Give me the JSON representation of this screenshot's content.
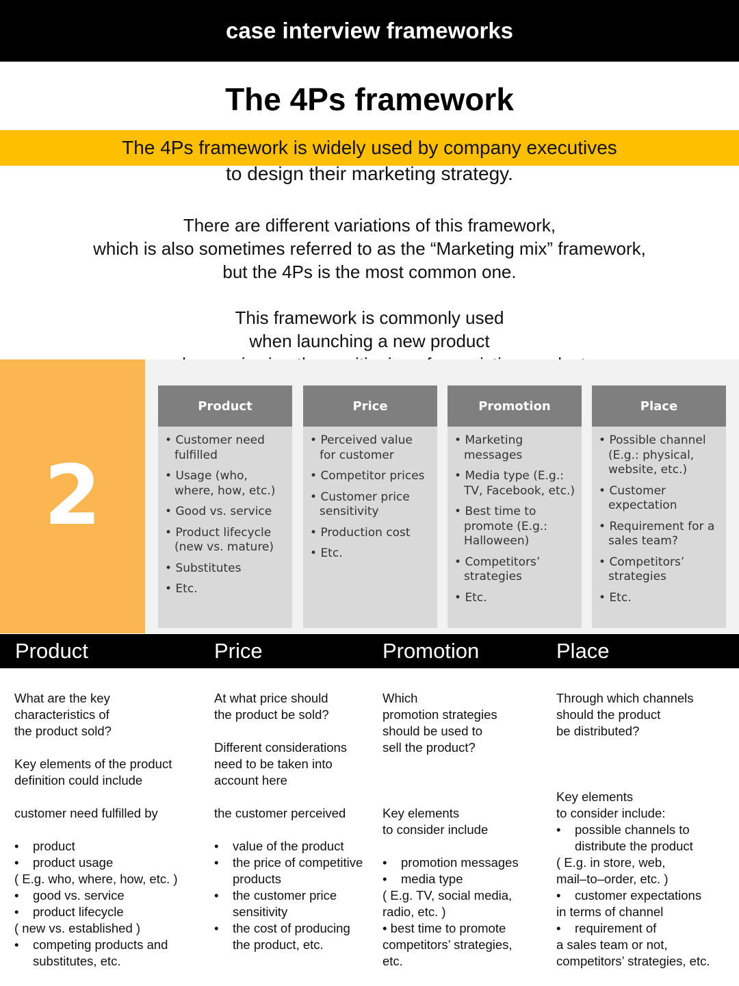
{
  "header": {
    "title": "case interview frameworks"
  },
  "main_title": "The 4Ps framework",
  "intro": {
    "line1": "The 4Ps framework is widely used by company executives",
    "line2": "to design their marketing strategy."
  },
  "para2": [
    "There are different variations of this framework,",
    "which is also sometimes referred to as the “Marketing mix” framework,",
    "but the 4Ps is the most common one."
  ],
  "para3": [
    "This framework is commonly used",
    "when launching a new product",
    "or when reviewing the positioning of an existing product."
  ],
  "framework": {
    "number": "2",
    "columns": [
      {
        "title": "Product",
        "items": [
          "Customer need fulfilled",
          "Usage (who, where, how, etc.)",
          "Good vs. service",
          "Product lifecycle (new vs. mature)",
          "Substitutes",
          "Etc."
        ]
      },
      {
        "title": "Price",
        "items": [
          "Perceived value for customer",
          "Competitor prices",
          "Customer price sensitivity",
          "Production cost",
          "Etc."
        ]
      },
      {
        "title": "Promotion",
        "items": [
          "Marketing messages",
          "Media type (E.g.: TV, Facebook, etc.)",
          "Best time to promote (E.g.: Halloween)",
          "Competitors’ strategies",
          "Etc."
        ]
      },
      {
        "title": "Place",
        "items": [
          "Possible channel (E.g.: physical, website, etc.)",
          "Customer expectation",
          "Requirement for a sales team?",
          "Competitors’ strategies",
          "Etc."
        ]
      }
    ]
  },
  "categories": [
    "Product",
    "Price",
    "Promotion",
    "Place"
  ],
  "details": {
    "product": [
      {
        "t": "What are the key\ncharacteristics of\nthe product sold?",
        "k": "p"
      },
      {
        "k": "gap"
      },
      {
        "t": "Key elements of the product\ndefinition could include",
        "k": "p"
      },
      {
        "k": "gap"
      },
      {
        "t": "customer need fulfilled by",
        "k": "p"
      },
      {
        "k": "gap"
      },
      {
        "t": "product",
        "k": "b"
      },
      {
        "t": "product usage",
        "k": "b"
      },
      {
        "t": "( E.g. who, where, how, etc. )",
        "k": "p"
      },
      {
        "t": "good vs. service",
        "k": "b"
      },
      {
        "t": "product lifecycle",
        "k": "b"
      },
      {
        "t": "( new vs. established )",
        "k": "p"
      },
      {
        "t": "competing products and\nsubstitutes, etc.",
        "k": "b"
      }
    ],
    "price": [
      {
        "t": "At what price should\nthe product be sold?",
        "k": "p"
      },
      {
        "k": "gap"
      },
      {
        "t": "Different considerations\nneed to be taken into\naccount here",
        "k": "p"
      },
      {
        "k": "gap"
      },
      {
        "t": "the customer perceived",
        "k": "p"
      },
      {
        "k": "gap"
      },
      {
        "t": "value of the product",
        "k": "b"
      },
      {
        "t": "the price of competitive\nproducts",
        "k": "b"
      },
      {
        "t": "the customer price\nsensitivity",
        "k": "b"
      },
      {
        "t": "the cost of producing\nthe product, etc.",
        "k": "b"
      }
    ],
    "promotion": [
      {
        "t": "Which\npromotion strategies\nshould be used to\nsell the product?",
        "k": "p"
      },
      {
        "k": "gap"
      },
      {
        "k": "gap"
      },
      {
        "k": "gap"
      },
      {
        "t": "Key elements\nto consider include",
        "k": "p"
      },
      {
        "k": "gap"
      },
      {
        "t": "promotion messages",
        "k": "b"
      },
      {
        "t": "media type",
        "k": "b"
      },
      {
        "t": "( E.g. TV, social media,\nradio, etc. )",
        "k": "p"
      },
      {
        "t": "•   best time to promote\ncompetitors’ strategies,\netc.",
        "k": "p"
      }
    ],
    "place": [
      {
        "t": "Through which channels\nshould the product\nbe distributed?",
        "k": "p"
      },
      {
        "k": "gap"
      },
      {
        "k": "gap"
      },
      {
        "k": "gap"
      },
      {
        "t": "Key elements\nto consider include:",
        "k": "p"
      },
      {
        "t": "possible channels to\ndistribute the product",
        "k": "b"
      },
      {
        "t": "( E.g. in store, web,\nmail–to–order, etc. )",
        "k": "p"
      },
      {
        "t": "customer expectations",
        "k": "b"
      },
      {
        "t": "in terms of channel",
        "k": "p"
      },
      {
        "t": "requirement of",
        "k": "b"
      },
      {
        "t": "a sales team or not,\ncompetitors’ strategies, etc.",
        "k": "p"
      }
    ]
  }
}
